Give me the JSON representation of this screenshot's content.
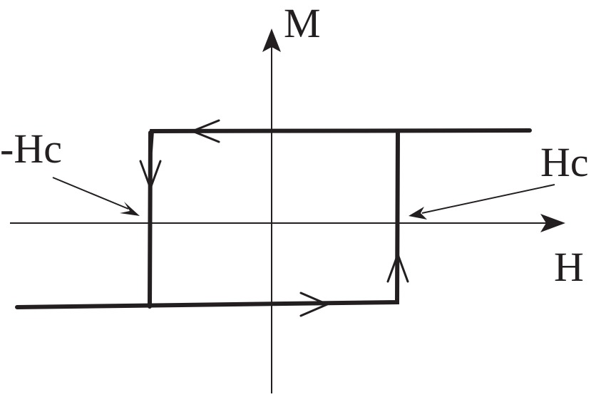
{
  "diagram": {
    "labels": {
      "vertical_axis": "M",
      "horizontal_axis": "H",
      "negative_coercivity": "-Hc",
      "positive_coercivity": "Hc"
    },
    "colors": {
      "ink": "#231f20",
      "background": "#ffffff"
    }
  }
}
